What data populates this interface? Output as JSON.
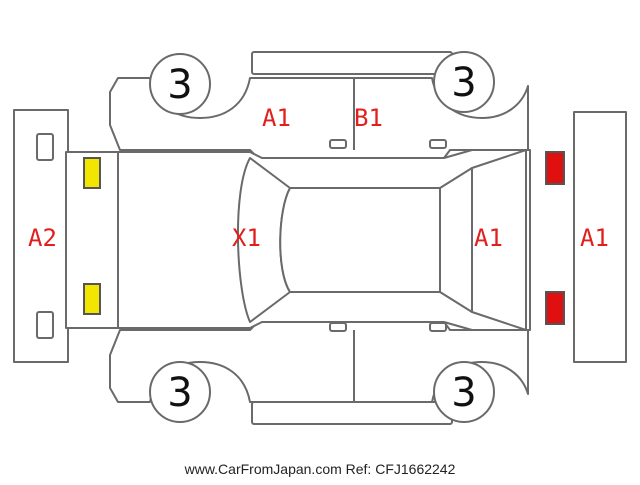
{
  "diagram": {
    "tires": {
      "front_left": "3",
      "front_right": "3",
      "rear_left": "3",
      "rear_right": "3"
    },
    "damage_codes": {
      "front_bumper": "A2",
      "hood": "X1",
      "left_front_door": "A1",
      "left_rear_door": "B1",
      "tailgate": "A1",
      "rear_bumper": "A1"
    },
    "lamps": {
      "front_color": "#f2e600",
      "rear_color": "#e01010"
    }
  },
  "footer": {
    "text": "www.CarFromJapan.com Ref: CFJ1662242"
  }
}
